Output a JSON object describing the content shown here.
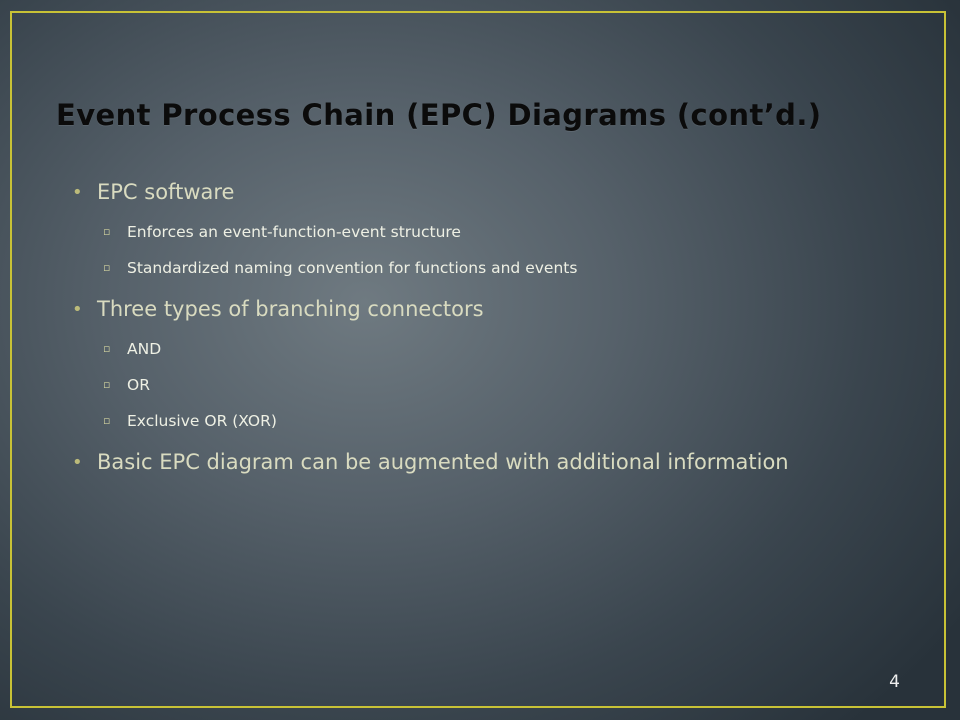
{
  "slide": {
    "title": "Event Process Chain (EPC) Diagrams (cont’d.)",
    "page_number": "4",
    "bullets": [
      {
        "text": "EPC software",
        "subitems": [
          "Enforces an event-function-event structure",
          "Standardized naming convention for functions and events"
        ]
      },
      {
        "text": "Three types of branching connectors",
        "subitems": [
          "AND",
          "OR",
          "Exclusive OR (XOR)"
        ]
      },
      {
        "text": "Basic EPC diagram can be augmented with additional information",
        "subitems": []
      }
    ]
  },
  "colors": {
    "frame": "#c8c236",
    "title": "#0b0b0b",
    "level1_text": "#d9dbc0",
    "level2_text": "#eef0e4"
  }
}
